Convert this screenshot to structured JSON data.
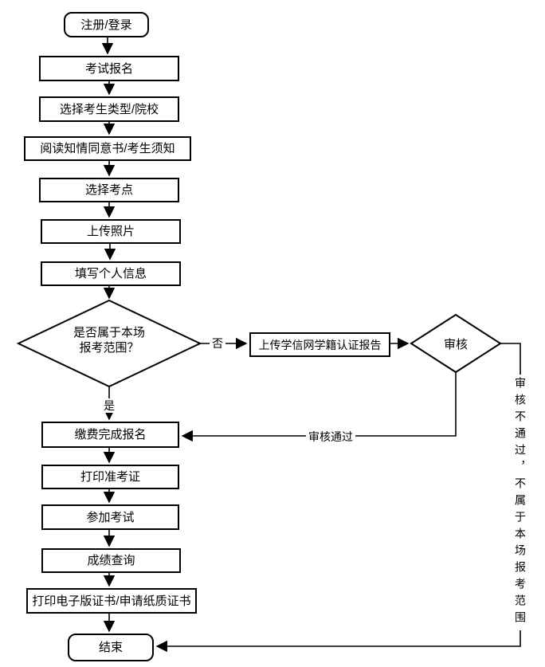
{
  "diagram": {
    "nodes": {
      "start": {
        "label": "注册/登录",
        "type": "terminator"
      },
      "exam_signup": {
        "label": "考试报名",
        "type": "process"
      },
      "select_type": {
        "label": "选择考生类型/院校",
        "type": "process"
      },
      "read_notice": {
        "label": "阅读知情同意书/考生须知",
        "type": "process"
      },
      "select_site": {
        "label": "选择考点",
        "type": "process"
      },
      "upload_photo": {
        "label": "上传照片",
        "type": "process"
      },
      "fill_info": {
        "label": "填写个人信息",
        "type": "process"
      },
      "decision_scope": {
        "label_lines": [
          "是否属于本场",
          "报考范围？"
        ],
        "type": "decision"
      },
      "upload_report": {
        "label": "上传学信网学籍认证报告",
        "type": "process"
      },
      "decision_review": {
        "label": "审核",
        "type": "decision"
      },
      "pay": {
        "label": "缴费完成报名",
        "type": "process"
      },
      "print_ticket": {
        "label": "打印准考证",
        "type": "process"
      },
      "take_exam": {
        "label": "参加考试",
        "type": "process"
      },
      "check_score": {
        "label": "成绩查询",
        "type": "process"
      },
      "print_cert": {
        "label": "打印电子版证书/申请纸质证书",
        "type": "process"
      },
      "end": {
        "label": "结束",
        "type": "terminator"
      }
    },
    "edge_labels": {
      "no": "否",
      "yes": "是",
      "review_pass": "审核通过",
      "review_fail": "审核不通过，不属于本场报考范围"
    },
    "colors": {
      "stroke": "#000000",
      "fill": "#ffffff"
    }
  }
}
